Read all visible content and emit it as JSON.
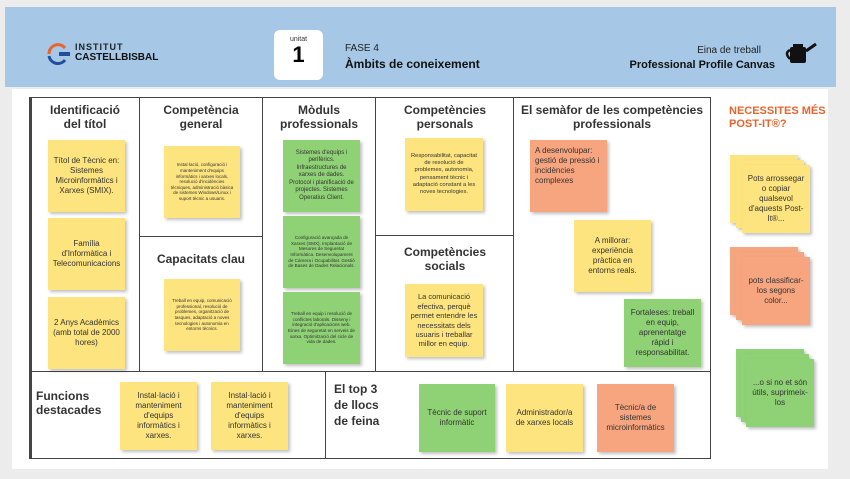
{
  "header": {
    "logo_line1": "INSTITUT",
    "logo_line2": "CASTELLBISBAL",
    "unit_label": "unitat",
    "unit_number": "1",
    "fase": "FASE 4",
    "ambits": "Àmbits de coneixement",
    "eina": "Eina de treball",
    "canvas_title": "Professional Profile Canvas"
  },
  "sections": {
    "identificacio": "Identificació del títol",
    "competencia_general": "Competència general",
    "moduls": "Mòduls professionals",
    "comp_personals": "Competències personals",
    "semafor": "El semàfor de les competències professionals",
    "capacitats": "Capacitats clau",
    "comp_socials": "Competències socials",
    "funcions": "Funcions destacades",
    "top3": "El top 3 de llocs de feina"
  },
  "notes": {
    "titol1": "Títol de Tècnic en: Sistemes Microinformàtics i Xarxes (SMIX).",
    "titol2": "Família d'Informàtica i Telecomunicacions",
    "titol3": "2 Anys Acadèmics (amb total de 2000 hores)",
    "comp_general": "Instal·lació, configuració i manteniment d'equips informàtics i xarxes locals, resolució d'incidències tècniques, administració bàsica de sistemes Windows/Linux i suport tècnic a usuaris.",
    "modul1": "Sistemes d'equips i perifèrics. Infraestructures de xarxes de dades. Protocol i planificació de projectes. Sistemes Operatius Client.",
    "modul2": "Configuració avançada de Xarxes (SMX). Implantació de Mesures de Seguretat Informàtica. Desenvolupament de Càmera i Ocupabilitat. Gestió de Bases de Dades Relacionals.",
    "modul3": "Treball en equip i resolució de conflictes laborals. Disseny i integració d'aplicacions web. Eines de seguretat en serveis de xarxa. Optimització del cicle de vida de dades.",
    "personals": "Responsabilitat, capacitat de resolució de problemes, autonomia, pensament tècnic i adaptació constant a les noves tecnologies.",
    "capacitats": "Treball en equip, comunicació professional, resolució de problemes, organització de tasques, adaptació a noves tecnologies i autonomia en entorns tècnics.",
    "socials": "La comunicació efectiva, perquè permet entendre les necessitats dels usuaris i treballar millor en equip.",
    "semafor1": "A desenvolupar: gestió de pressió i incidències complexes",
    "semafor2": "A millorar: experiència pràctica en entorns reals.",
    "semafor3": "Fortaleses: treball en equip, aprenentatge ràpid i responsabilitat.",
    "funcio1": "Instal·lació i manteniment d'equips informàtics i xarxes.",
    "funcio2": "Instal·lació i manteniment d'equips informàtics i xarxes.",
    "top1": "Tècnic de suport informàtic",
    "top2": "Administrador/a de xarxes locals",
    "top3": "Tècnic/a de sistemes microinformàtics"
  },
  "side": {
    "title": "NECESSITES MÉS POST-IT®?",
    "stack1": "Pots arrossegar o copiar qualsevol d'aquests Post-It®...",
    "stack2": "pots classificar-los segons color...",
    "stack3": "...o si no et són útils, suprimeix-los"
  },
  "colors": {
    "yellow": "#fde47f",
    "green": "#8fd175",
    "orange": "#f7a57f",
    "header_bg": "#a6c8e6",
    "accent": "#e8642c"
  }
}
